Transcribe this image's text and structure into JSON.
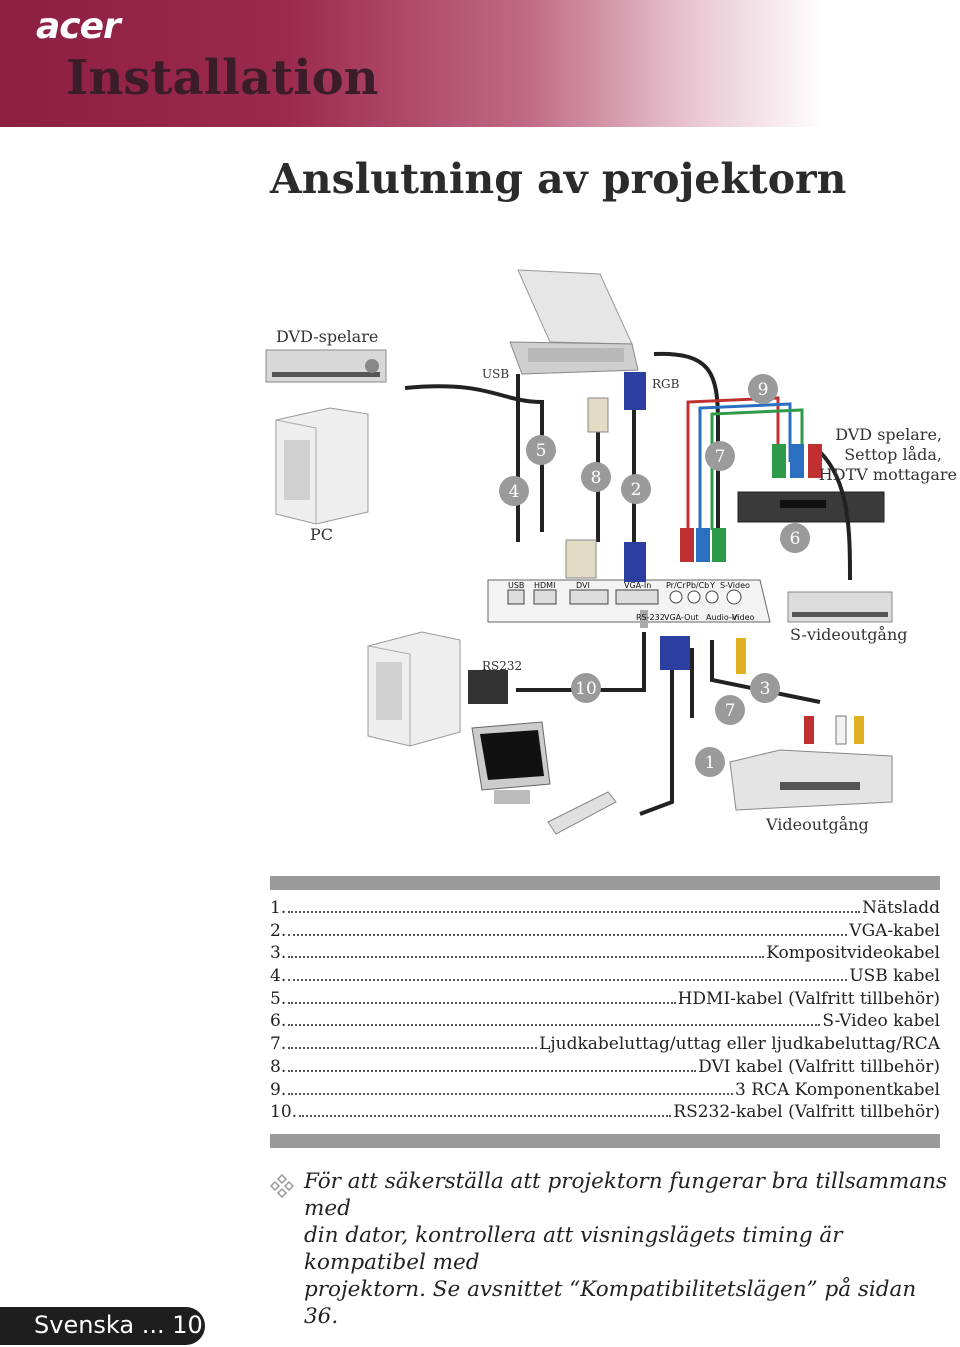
{
  "header": {
    "logo": "acer",
    "section_title": "Installation"
  },
  "page_title": "Anslutning av projektorn",
  "diagram": {
    "labels": {
      "dvd_player": "DVD-spelare",
      "usb": "USB",
      "rgb": "RGB",
      "dvd_settop": [
        "DVD spelare,",
        "Settop låda,",
        "HDTV mottagare"
      ],
      "pc": "PC",
      "svideo_out": "S-videoutgång",
      "rs232": "RS232",
      "video_out": "Videoutgång"
    },
    "ports": [
      "USB",
      "HDMI",
      "DVI",
      "VGA-In",
      "Pr/Cr",
      "Pb/Cb",
      "Y",
      "S-Video",
      "RS-232",
      "VGA-Out",
      "Audio-In",
      "Video"
    ],
    "numbers": [
      "1",
      "3",
      "4",
      "5",
      "8",
      "2",
      "7",
      "9",
      "6",
      "10",
      "7"
    ]
  },
  "legend": [
    {
      "num": "1.",
      "text": "Nätsladd"
    },
    {
      "num": "2.",
      "text": "VGA-kabel"
    },
    {
      "num": "3.",
      "text": "Kompositvideokabel"
    },
    {
      "num": "4.",
      "text": "USB kabel"
    },
    {
      "num": "5.",
      "text": "HDMI-kabel (Valfritt tillbehör)"
    },
    {
      "num": "6.",
      "text": "S-Video kabel"
    },
    {
      "num": "7.",
      "text": "Ljudkabeluttag/uttag eller ljudkabeluttag/RCA"
    },
    {
      "num": "8.",
      "text": "DVI kabel (Valfritt tillbehör)"
    },
    {
      "num": "9.",
      "text": "3 RCA Komponentkabel"
    },
    {
      "num": "10.",
      "text": "RS232-kabel (Valfritt tillbehör)"
    }
  ],
  "note": {
    "lines": [
      "För att säkerställa att projektorn fungerar bra tillsammans med",
      "din dator, kontrollera att visningslägets timing är kompatibel med",
      "projektorn. Se avsnittet “Kompatibilitetslägen” på sidan 36."
    ]
  },
  "footer": {
    "text": "Svenska ... 10"
  },
  "colors": {
    "header": "#8c1f42",
    "circle": "#9a9a9a",
    "bar": "#9a9a9a"
  }
}
